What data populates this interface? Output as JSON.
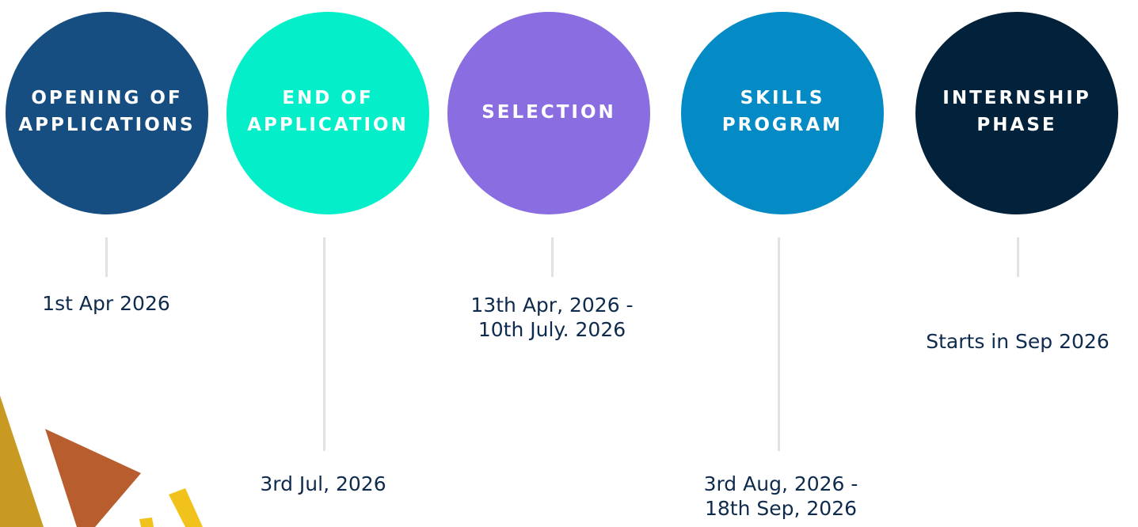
{
  "stages": [
    {
      "title_line1": "OPENING OF",
      "title_line2": "APPLICATIONS",
      "date_line1": "1st Apr 2026",
      "date_line2": "",
      "color": "#174e82"
    },
    {
      "title_line1": "END OF",
      "title_line2": "APPLICATION",
      "date_line1": "3rd Jul, 2026",
      "date_line2": "",
      "color": "#04efc9"
    },
    {
      "title_line1": "SELECTION",
      "title_line2": "",
      "date_line1": "13th Apr, 2026 -",
      "date_line2": "10th July. 2026",
      "color": "#8a6ee1"
    },
    {
      "title_line1": "SKILLS",
      "title_line2": "PROGRAM",
      "date_line1": "3rd Aug, 2026 -",
      "date_line2": "18th Sep, 2026",
      "color": "#048bc5"
    },
    {
      "title_line1": "INTERNSHIP",
      "title_line2": "PHASE",
      "date_line1": "Starts in Sep 2026",
      "date_line2": "",
      "color": "#02213a"
    }
  ],
  "colors": {
    "date_text": "#0e2a4d",
    "connector": "#e2e2e2",
    "decor_gold": "#c89a22",
    "decor_orange": "#b85d2e",
    "decor_yellow": "#f1c21b"
  }
}
